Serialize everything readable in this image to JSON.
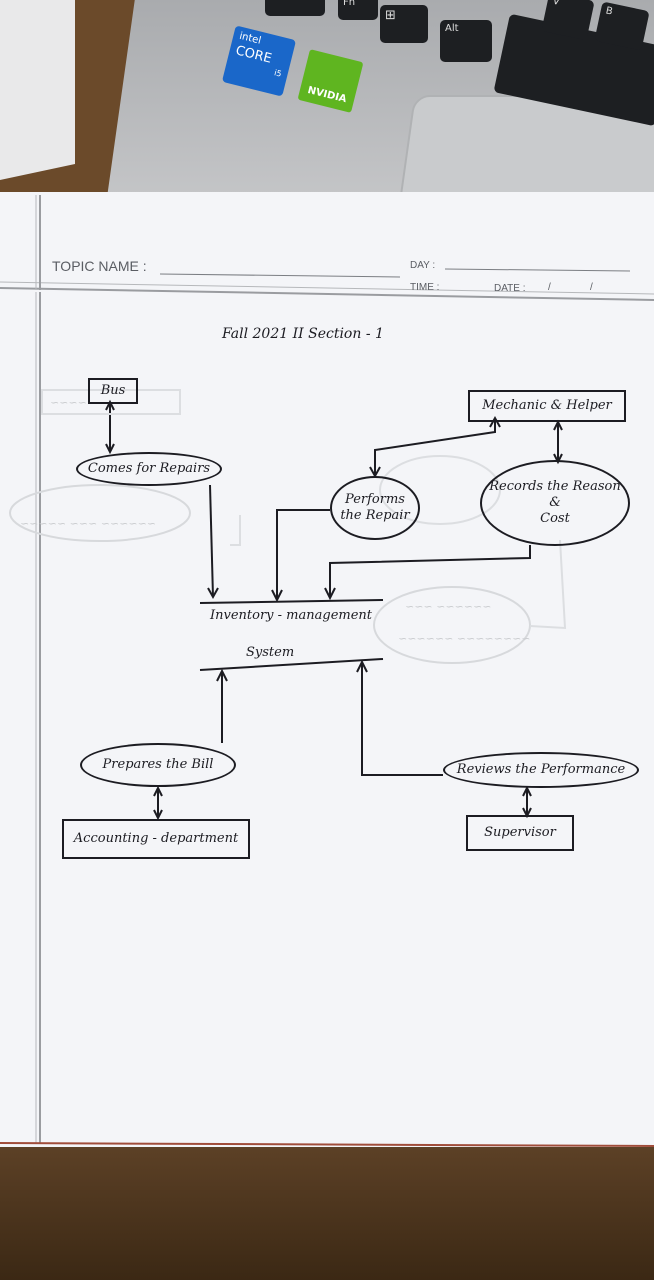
{
  "laptop": {
    "keys": [
      "Fn",
      "Alt",
      "V",
      "B"
    ],
    "stickers": {
      "intel": {
        "brand": "intel",
        "product": "CORE",
        "tier": "i5"
      },
      "nvidia": "NVIDIA"
    }
  },
  "sheet_header": {
    "topic_label": "TOPIC NAME :",
    "day_label": "DAY :",
    "time_label": "TIME :",
    "date_label": "DATE :",
    "date_sep_1": "/",
    "date_sep_2": "/"
  },
  "diagram": {
    "title": "Fall 2021 II Section - 1",
    "entities": {
      "bus": "Bus",
      "mechanic": "Mechanic & Helper",
      "accounting": "Accounting - department",
      "supervisor": "Supervisor"
    },
    "processes": {
      "comes_for_repairs": "Comes for Repairs",
      "performs_repair_1": "Performs",
      "performs_repair_2": "the Repair",
      "records_1": "Records the Reason",
      "records_2": "&",
      "records_3": "Cost",
      "prepares_bill": "Prepares the Bill",
      "reviews_performance": "Reviews the Performance"
    },
    "data_store": {
      "line1": "Inventory - management",
      "line2": "System"
    }
  },
  "colors": {
    "ink": "#1c1c22",
    "paper": "#f4f5f8",
    "table": "#5e4227",
    "laptop": "#bfc1c3"
  }
}
